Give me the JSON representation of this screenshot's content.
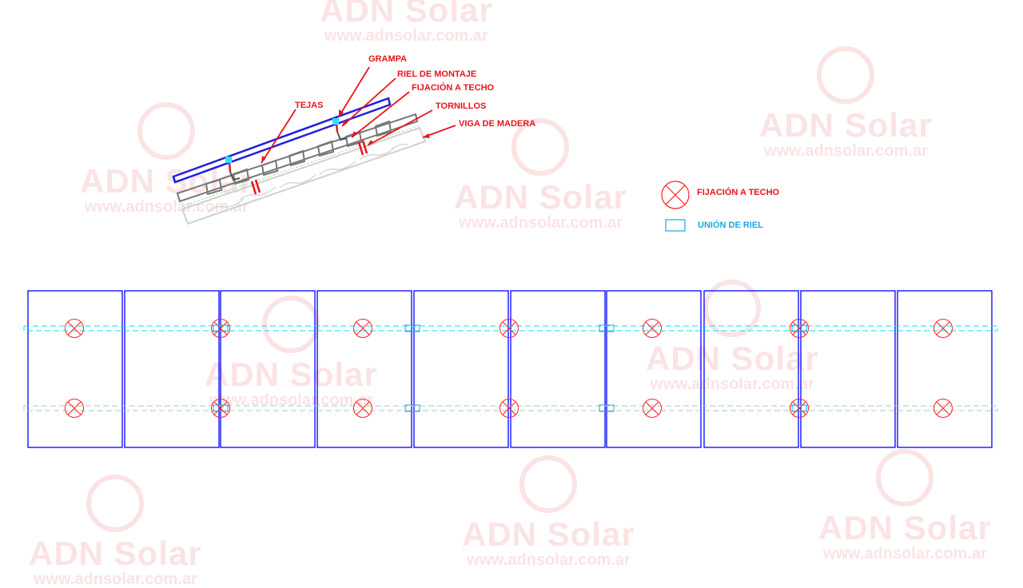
{
  "watermark": {
    "brand": "ADN Solar",
    "url": "www.adnsolar.com.ar"
  },
  "section_labels": {
    "grampa": "GRAMPA",
    "riel": "RIEL  DE  MONTAJE",
    "fijacion": "FIJACIÓN   A TECHO",
    "tejas": "TEJAS",
    "tornillos": "TORNILLOS",
    "viga": "VIGA  DE  MADERA"
  },
  "legend": {
    "fijacion": "FIJACIÓN   A TECHO",
    "union": "UNIÓN  DE  RIEL"
  },
  "colors": {
    "panel": "#0000ff",
    "fixing": "#ff2020",
    "rail": "#00e5ff",
    "label": "#e8141c",
    "union_label": "#19a7e0"
  },
  "layout_plan": {
    "panel_count": 10,
    "rail_count": 2,
    "fixings_per_rail": 7,
    "unions_per_rail": 4
  }
}
